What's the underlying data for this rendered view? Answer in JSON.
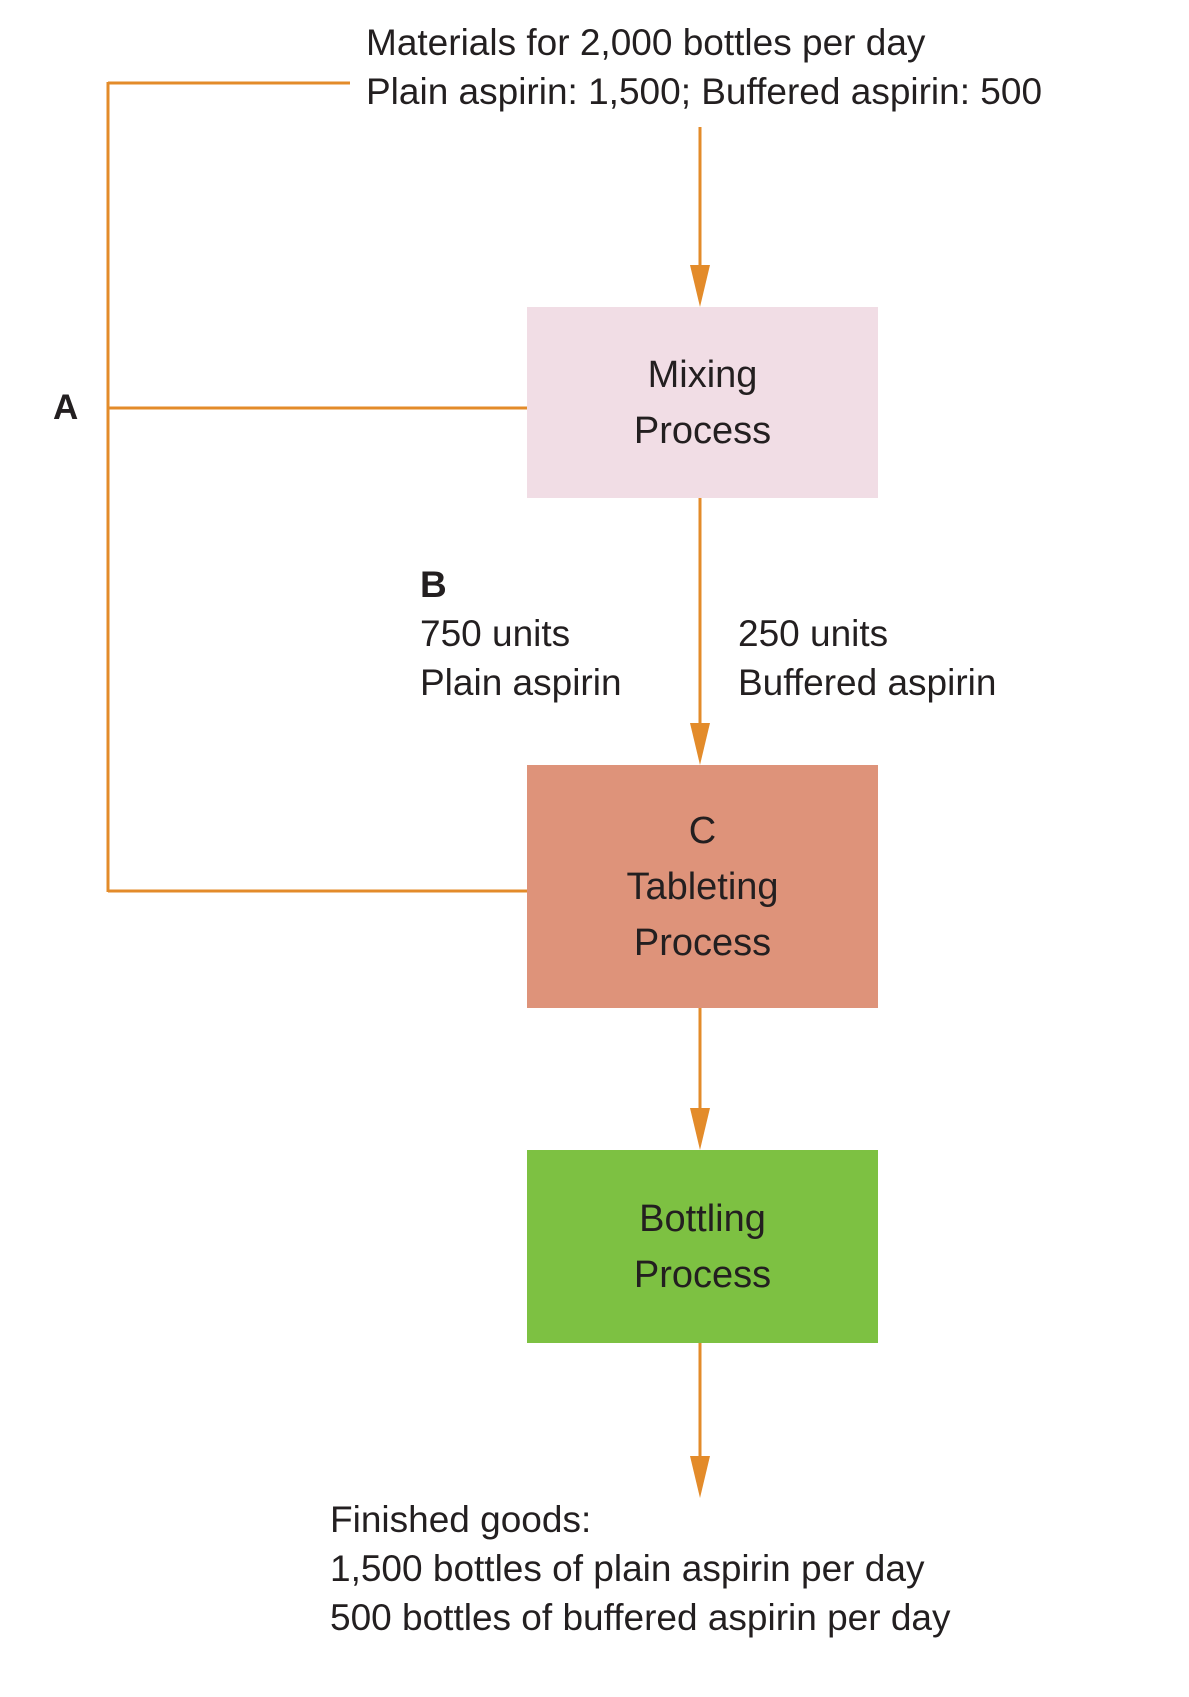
{
  "colors": {
    "connector": "#e38b2a",
    "mixing_fill": "#f1dde5",
    "tableting_fill": "#de937a",
    "bottling_fill": "#7dc142",
    "text": "#231f20"
  },
  "input": {
    "line1": "Materials for 2,000 bottles per day",
    "line2": "Plain aspirin: 1,500; Buffered aspirin: 500"
  },
  "label_a": "A",
  "mixing": {
    "line1": "Mixing",
    "line2": "Process"
  },
  "split": {
    "label_b": "B",
    "left_qty": "750 units",
    "left_product": "Plain aspirin",
    "right_qty": "250 units",
    "right_product": "Buffered aspirin"
  },
  "tableting": {
    "label_c": "C",
    "line1": "Tableting",
    "line2": "Process"
  },
  "bottling": {
    "line1": "Bottling",
    "line2": "Process"
  },
  "output": {
    "line1": "Finished goods:",
    "line2": "1,500 bottles of plain aspirin per day",
    "line3": "500 bottles of buffered aspirin per day"
  }
}
